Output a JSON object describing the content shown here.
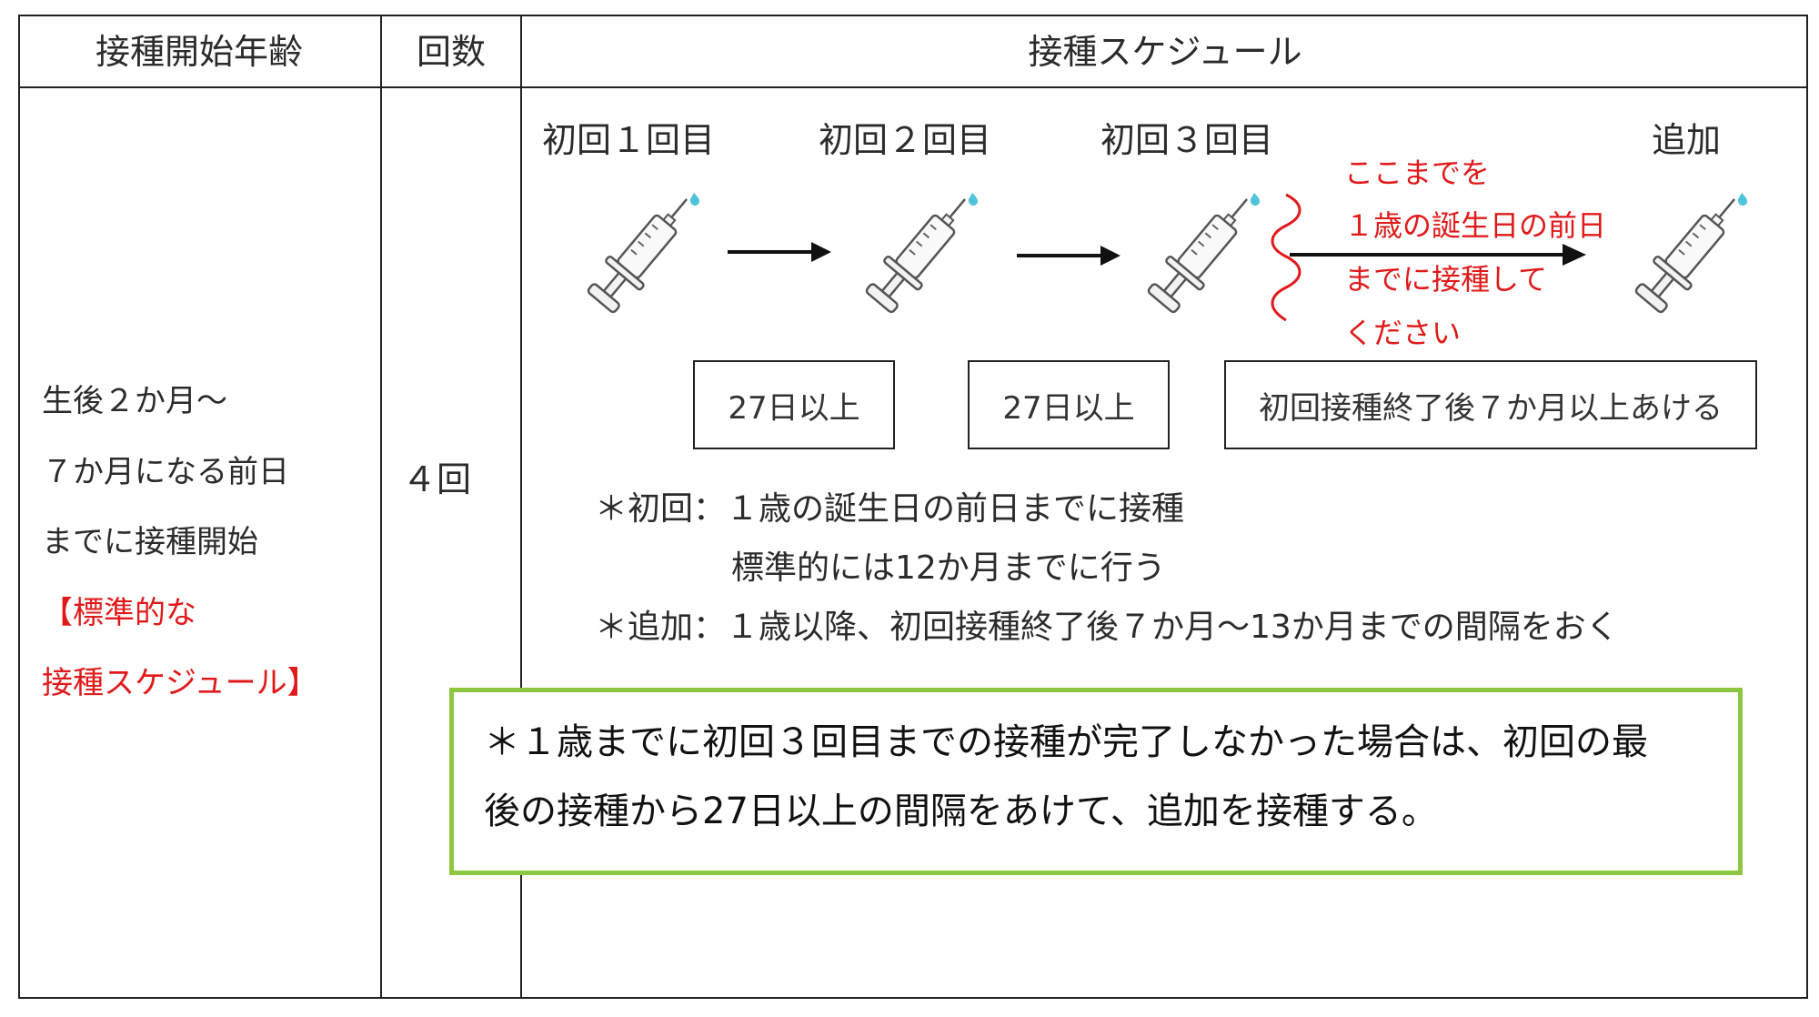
{
  "header": {
    "col_age": "接種開始年齢",
    "col_count": "回数",
    "col_schedule": "接種スケジュール"
  },
  "row": {
    "age_lines": [
      "生後２か月～",
      "７か月になる前日",
      "までに接種開始"
    ],
    "age_note_lines": [
      "【標準的な",
      "接種スケジュール】"
    ],
    "count": "４回"
  },
  "schedule": {
    "doses": [
      "初回１回目",
      "初回２回目",
      "初回３回目",
      "追加"
    ],
    "deadline_note_lines": [
      "ここまでを",
      "１歳の誕生日の前日",
      "までに接種して",
      "ください"
    ],
    "intervals": [
      "27日以上",
      "27日以上",
      "初回接種終了後７か月以上あける"
    ],
    "notes": [
      "＊初回：１歳の誕生日の前日までに接種",
      "標準的には12か月までに行う",
      "＊追加：１歳以降、初回接種終了後７か月～13か月までの間隔をおく"
    ],
    "callout_lines": [
      "＊１歳までに初回３回目までの接種が完了しなかった場合は、初回の最",
      "後の接種から27日以上の間隔をあけて、追加を接種する。"
    ]
  },
  "colors": {
    "border": "#222222",
    "red_text": "#e01a1a",
    "callout_border": "#8dc63f",
    "syringe_drop": "#4fc3d9"
  },
  "icons": [
    "syringe-icon",
    "arrow-right-icon",
    "wavy-line-icon"
  ]
}
